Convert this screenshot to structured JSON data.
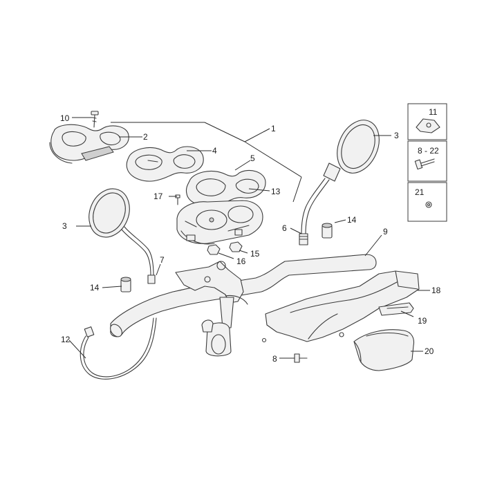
{
  "labels": {
    "l1": "1",
    "l2": "2",
    "l3a": "3",
    "l3b": "3",
    "l4": "4",
    "l5": "5",
    "l6": "6",
    "l7": "7",
    "l8a": "8",
    "l8_22": "8 - 22",
    "l9": "9",
    "l10": "10",
    "l11": "11",
    "l12": "12",
    "l13": "13",
    "l14a": "14",
    "l14b": "14",
    "l15": "15",
    "l16": "16",
    "l17": "17",
    "l18": "18",
    "l19": "19",
    "l20": "20",
    "l21": "21"
  }
}
